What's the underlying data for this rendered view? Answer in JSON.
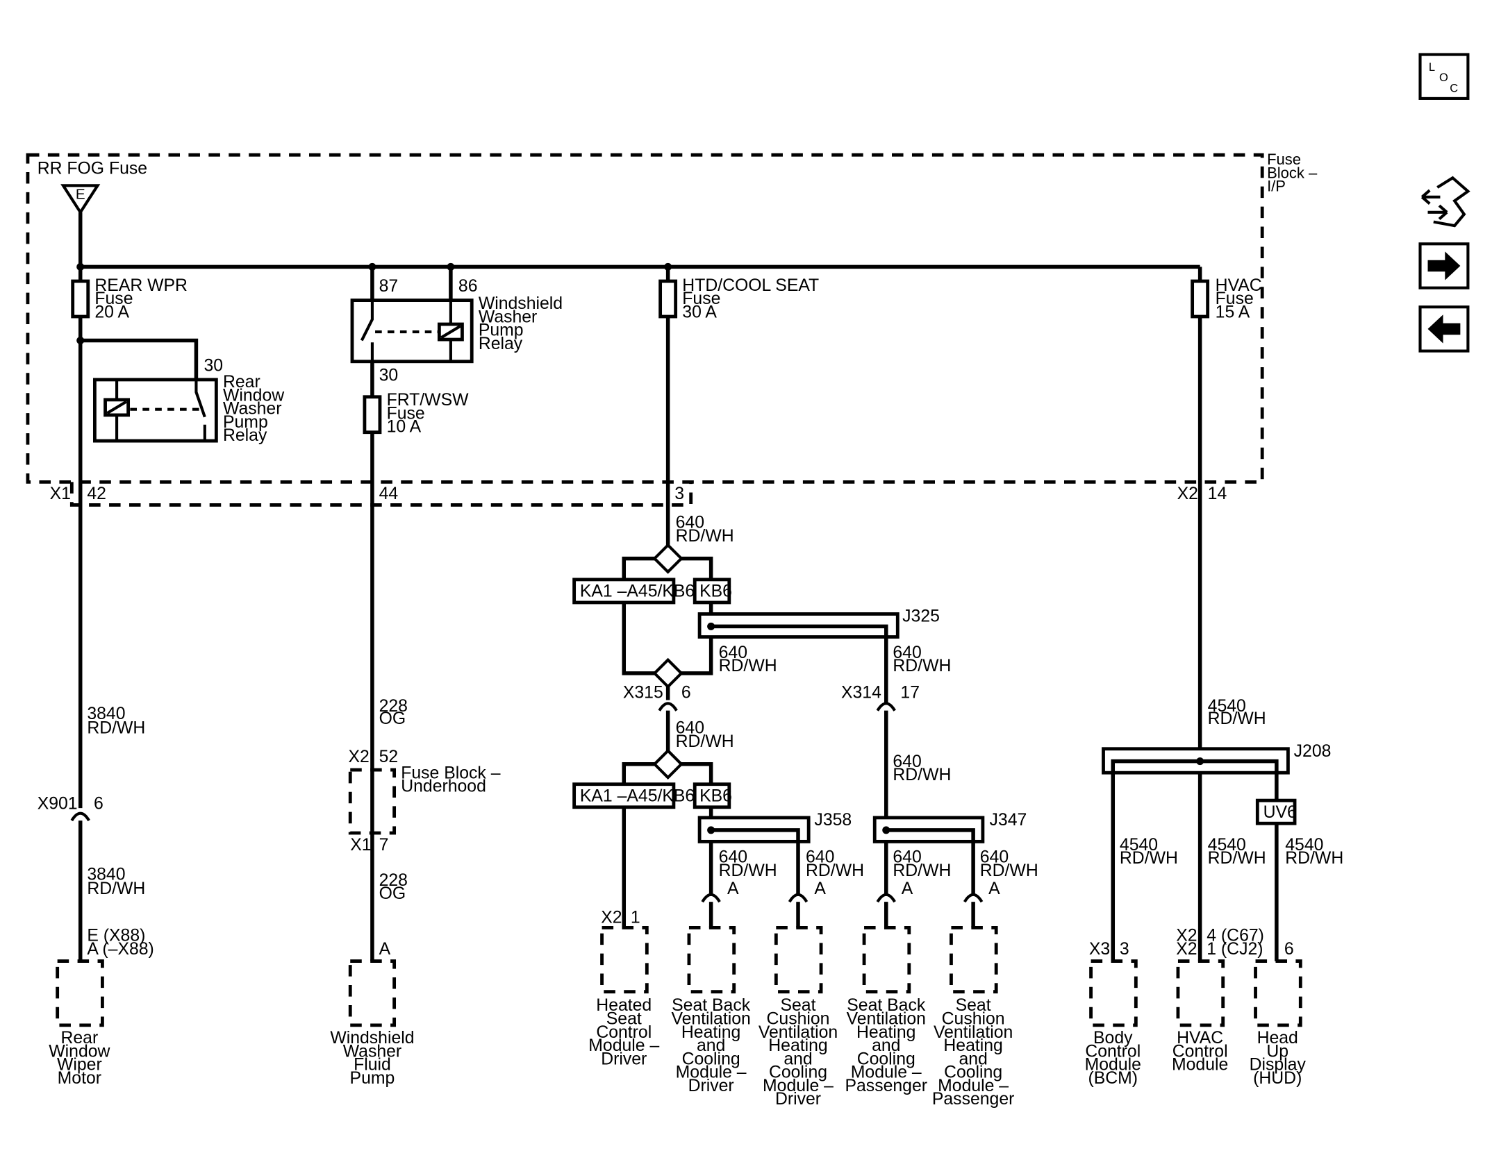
{
  "nav": {
    "loc_l": "L",
    "loc_o": "O",
    "loc_c": "C",
    "icons": [
      "loc-icon",
      "tools-icon",
      "arrow-right-icon",
      "arrow-left-icon"
    ]
  },
  "fuse_block": {
    "title_1": "Fuse",
    "title_2": "Block –",
    "title_3": "I/P",
    "rr_fog": "RR FOG Fuse",
    "feed_letter": "E"
  },
  "fuses": {
    "rear_wpr": [
      "REAR WPR",
      "Fuse",
      "20 A"
    ],
    "htd_cool": [
      "HTD/COOL SEAT",
      "Fuse",
      "30 A"
    ],
    "hvac": [
      "HVAC",
      "Fuse",
      "15 A"
    ],
    "frt_wsw": [
      "FRT/WSW",
      "Fuse",
      "10 A"
    ]
  },
  "relays": {
    "windshield": [
      "Windshield",
      "Washer",
      "Pump",
      "Relay"
    ],
    "windshield_pins": {
      "p87": "87",
      "p86": "86",
      "p30": "30"
    },
    "rear": [
      "Rear",
      "Window",
      "Washer",
      "Pump",
      "Relay"
    ],
    "rear_pin": "30"
  },
  "connectors": {
    "x1": "X1",
    "p42": "42",
    "p44": "44",
    "p3": "3",
    "x2": "X2",
    "p14": "14",
    "x901": "X901",
    "p6": "6",
    "x315": "X315",
    "p6b": "6",
    "x314": "X314",
    "p17": "17",
    "fb_x2": "X2",
    "fb_52": "52",
    "fb_x1": "X1",
    "fb_7": "7",
    "fb_name_1": "Fuse Block –",
    "fb_name_2": "Underhood",
    "hs_x2": "X2",
    "hs_1": "1",
    "pin_a": "A",
    "bcm_x3": "X3",
    "bcm_3": "3",
    "hvac_x2a": "X2",
    "hvac_4": "4 (C67)",
    "hvac_x2b": "X2",
    "hvac_1": "1 (CJ2)",
    "hud_6": "6",
    "wiper_1": "E (X88)",
    "wiper_2": "A (–X88)"
  },
  "splices": {
    "j325": "J325",
    "j358": "J358",
    "j347": "J347",
    "j208": "J208"
  },
  "options": {
    "ka1": "KA1 –A45/KB6",
    "kb6": "KB6",
    "uv6": "UV6"
  },
  "wires": {
    "c640": "640",
    "rdwh": "RD/WH",
    "c3840": "3840",
    "c228": "228",
    "og": "OG",
    "c4540": "4540"
  },
  "components": {
    "wiper": [
      "Rear",
      "Window",
      "Wiper",
      "Motor"
    ],
    "wsw_pump": [
      "Windshield",
      "Washer",
      "Fluid",
      "Pump"
    ],
    "heated_seat": [
      "Heated",
      "Seat",
      "Control",
      "Module –",
      "Driver"
    ],
    "sbv_driver": [
      "Seat Back",
      "Ventilation",
      "Heating",
      "and",
      "Cooling",
      "Module –",
      "Driver"
    ],
    "scv_driver": [
      "Seat",
      "Cushion",
      "Ventilation",
      "Heating",
      "and",
      "Cooling",
      "Module –",
      "Driver"
    ],
    "sbv_pass": [
      "Seat Back",
      "Ventilation",
      "Heating",
      "and",
      "Cooling",
      "Module –",
      "Passenger"
    ],
    "scv_pass": [
      "Seat",
      "Cushion",
      "Ventilation",
      "Heating",
      "and",
      "Cooling",
      "Module –",
      "Passenger"
    ],
    "bcm": [
      "Body",
      "Control",
      "Module",
      "(BCM)"
    ],
    "hvac_mod": [
      "HVAC",
      "Control",
      "Module"
    ],
    "hud": [
      "Head",
      "Up",
      "Display",
      "(HUD)"
    ]
  }
}
